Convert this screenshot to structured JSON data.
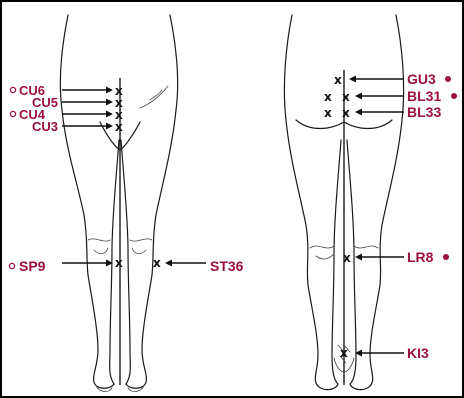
{
  "colors": {
    "label": "#9b1040",
    "line": "#111111",
    "frame": "#000000"
  },
  "legs_front": {
    "labels": {
      "cu6": "CU6",
      "cu5": "CU5",
      "cu4": "CU4",
      "cu3": "CU3",
      "sp9": "SP9",
      "st36": "ST36"
    },
    "marker_glyph": "x"
  },
  "legs_back": {
    "labels": {
      "gu3": "GU3",
      "bl31": "BL31",
      "bl33": "BL33",
      "lr8": "LR8",
      "ki3": "KI3"
    },
    "marker_glyph": "x"
  },
  "markers": {
    "open_circle": [
      "CU6",
      "CU4",
      "SP9"
    ],
    "filled_dot": [
      "GU3",
      "BL31",
      "LR8"
    ]
  }
}
